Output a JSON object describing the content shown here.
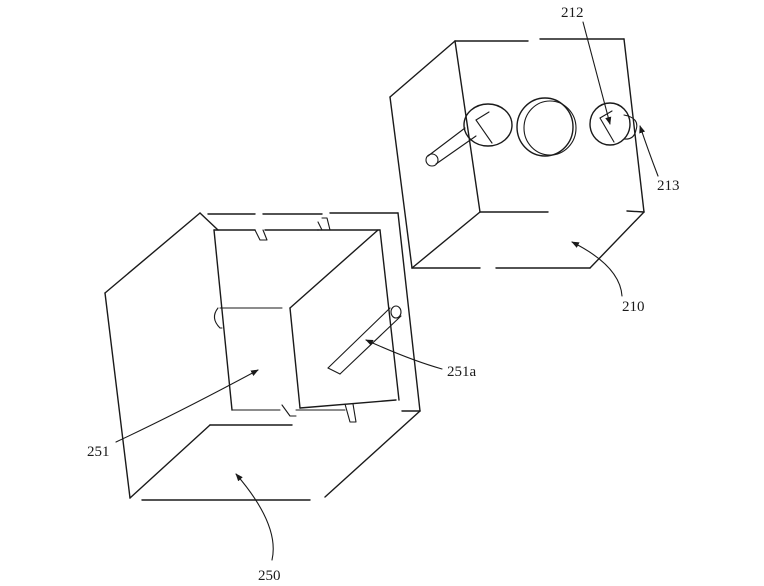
{
  "labels": {
    "part_212": "212",
    "part_213": "213",
    "part_210": "210",
    "part_251a": "251a",
    "part_251": "251",
    "part_250": "250"
  },
  "colors": {
    "line": "#1a1a1a",
    "background": "#ffffff"
  }
}
